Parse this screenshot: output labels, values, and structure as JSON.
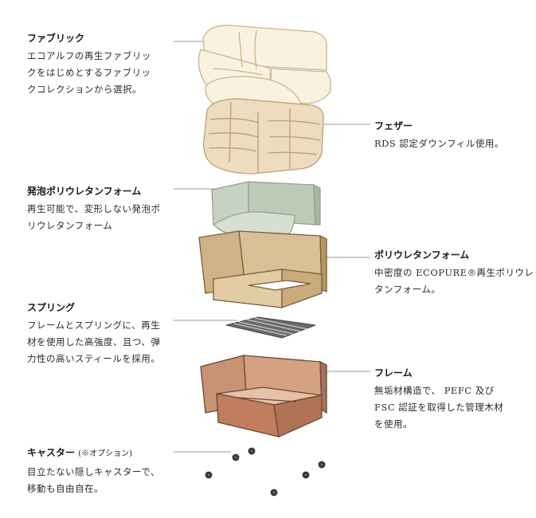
{
  "labels": {
    "fabric": {
      "title": "ファブリック",
      "desc": "エコアルフの再生ファブリッ\nクをはじめとするファブリッ\nクコレクションから選択。"
    },
    "feather": {
      "title": "フェザー",
      "desc": "RDS 認定ダウンフィル使用。"
    },
    "foam": {
      "title": "発泡ポリウレタンフォーム",
      "desc": "再生可能で、変形しない発泡ポ\nリウレタンフォーム"
    },
    "urethane": {
      "title": "ポリウレタンフォーム",
      "desc": "中密度の ECOPURE®再生ポリウレ\nタンフォーム。"
    },
    "spring": {
      "title": "スプリング",
      "desc": "フレームとスプリングに、再生\n材を使用した高強度、且つ、弾\n力性の高いスティールを採用。"
    },
    "frame": {
      "title": "フレーム",
      "desc": "無垢材構造で、 PEFC 及び\nFSC 認証を取得した管理木材\nを使用。"
    },
    "caster": {
      "title": "キャスター",
      "note": "(※オプション)",
      "desc": "目立たない隠しキャスターで、\n移動も自由自在。"
    }
  }
}
